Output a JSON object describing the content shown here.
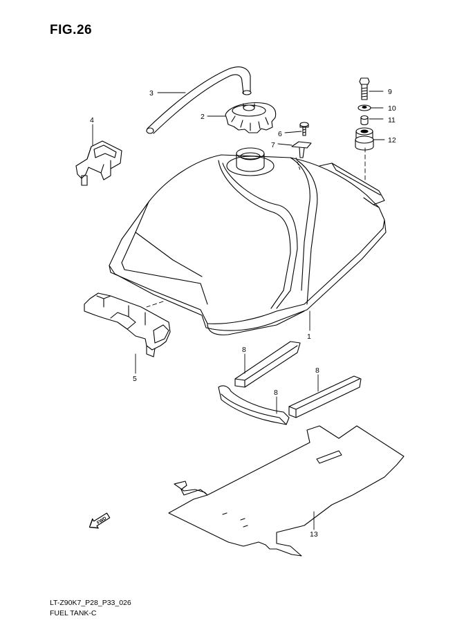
{
  "figure": {
    "title": "FIG.26",
    "model_code": "LT-Z90K7_P28_P33_026",
    "part_group": "FUEL TANK-C"
  },
  "callouts": [
    {
      "id": "3",
      "label": "3"
    },
    {
      "id": "2",
      "label": "2"
    },
    {
      "id": "4",
      "label": "4"
    },
    {
      "id": "6",
      "label": "6"
    },
    {
      "id": "7",
      "label": "7"
    },
    {
      "id": "9",
      "label": "9"
    },
    {
      "id": "10",
      "label": "10"
    },
    {
      "id": "11",
      "label": "11"
    },
    {
      "id": "12",
      "label": "12"
    },
    {
      "id": "1",
      "label": "1"
    },
    {
      "id": "5",
      "label": "5"
    },
    {
      "id": "8a",
      "label": "8"
    },
    {
      "id": "8b",
      "label": "8"
    },
    {
      "id": "8c",
      "label": "8"
    },
    {
      "id": "13",
      "label": "13"
    }
  ],
  "fwd_arrow": {
    "label": "FWD",
    "icon": "fwd-arrow-icon"
  }
}
